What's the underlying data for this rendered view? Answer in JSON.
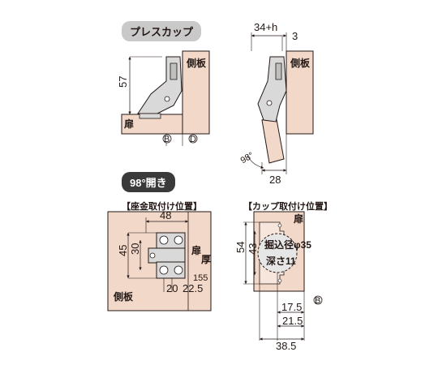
{
  "labels": {
    "press_cup": "プレスカップ",
    "angle_98": "98°開き",
    "seat_title": "【座金取付け位置】",
    "cup_title": "【カップ取付け位置】"
  },
  "parts": {
    "side_panel": "側板",
    "door": "扉",
    "door_thickness": "扉厚",
    "bore_diameter": "掘込径φ35",
    "bore_depth": "深さ11",
    "B": "B",
    "D": "D"
  },
  "dims_top_left": {
    "height": "57"
  },
  "dims_top_right": {
    "overlay": "34+h",
    "gap": "3",
    "angle": "98°",
    "depth": "28"
  },
  "dims_seat": {
    "width": "48",
    "h45": "45",
    "h30": "30",
    "d155": "155",
    "d20": "20",
    "d225": "22.5"
  },
  "dims_cup": {
    "h54": "54",
    "h43": "43",
    "d175": "17.5",
    "d215": "21.5",
    "d385": "38.5"
  },
  "colors": {
    "wood": "#f2d8c9",
    "metal": "#d9d9d9",
    "line": "#231815"
  }
}
